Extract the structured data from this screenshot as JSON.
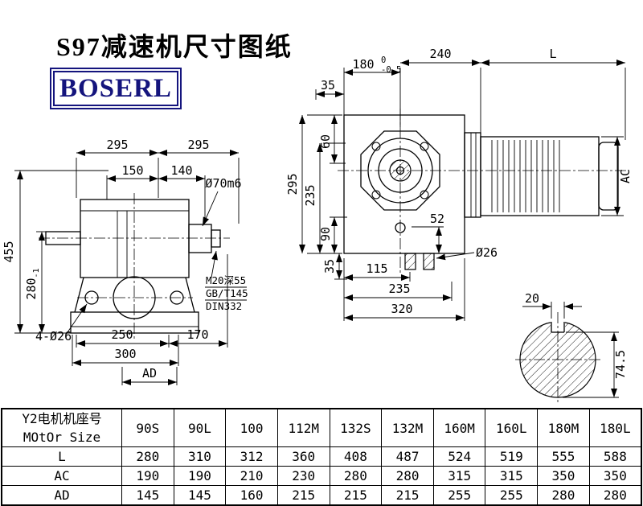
{
  "title": "S97减速机尺寸图纸",
  "logo": {
    "text": "BOSERL"
  },
  "colors": {
    "logo_navy": "#14147d",
    "line_black": "#000000"
  },
  "left_view": {
    "dim_295_left": "295",
    "dim_295_right": "295",
    "dim_150": "150",
    "dim_140": "140",
    "dim_shaft": "Ø70m6",
    "dim_455": "455",
    "dim_280": "280",
    "dim_280_tol": "-1",
    "dim_holes": "4-Ø26",
    "dim_250": "250",
    "dim_170": "170",
    "dim_300": "300",
    "dim_AD": "AD",
    "note_line1": "M20深55",
    "note_line2": "GB/T145",
    "note_line3": "DIN332"
  },
  "front_view": {
    "dim_180": "180",
    "dim_180_tol_upper": "0",
    "dim_180_tol_lower": "-0.5",
    "dim_240": "240",
    "dim_L": "L",
    "dim_35_top": "35",
    "dim_60": "60",
    "dim_295": "295",
    "dim_235_left": "235",
    "dim_90": "90",
    "dim_35_bottom": "35",
    "dim_52": "52",
    "dim_115": "115",
    "dim_235_bottom": "235",
    "dim_320": "320",
    "dim_26": "Ø26",
    "dim_AC": "AC"
  },
  "shaft_section": {
    "dim_20": "20",
    "dim_74_5": "74.5"
  },
  "table": {
    "header_cn": "Y2电机机座号",
    "header_en": "MOtOr Size",
    "columns": [
      "90S",
      "90L",
      "100",
      "112M",
      "132S",
      "132M",
      "160M",
      "160L",
      "180M",
      "180L"
    ],
    "rows": [
      {
        "label": "L",
        "values": [
          "280",
          "310",
          "312",
          "360",
          "408",
          "487",
          "524",
          "519",
          "555",
          "588"
        ]
      },
      {
        "label": "AC",
        "values": [
          "190",
          "190",
          "210",
          "230",
          "280",
          "280",
          "315",
          "315",
          "350",
          "350"
        ]
      },
      {
        "label": "AD",
        "values": [
          "145",
          "145",
          "160",
          "215",
          "215",
          "215",
          "255",
          "255",
          "280",
          "280"
        ]
      }
    ]
  }
}
